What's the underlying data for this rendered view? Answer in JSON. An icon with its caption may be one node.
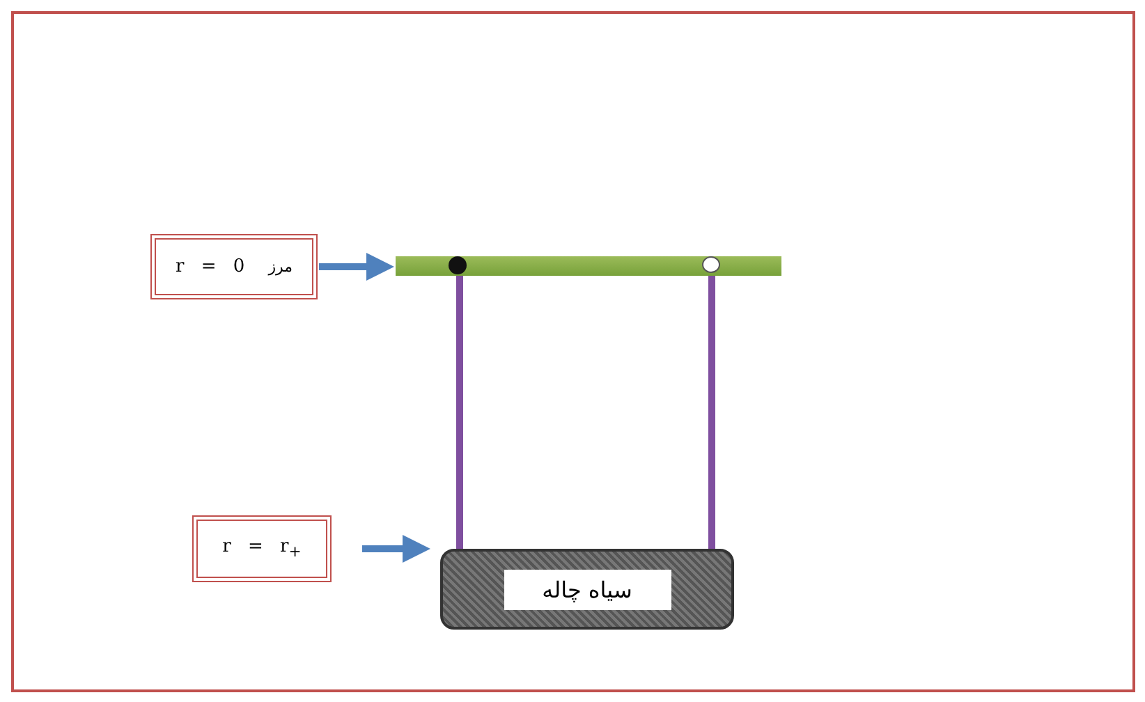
{
  "diagram": {
    "nodes": [
      {
        "text": [
          "مرز",
          "r = 0"
        ]
      },
      {
        "text": [],
        "shape": "bar"
      },
      {
        "text": [
          "r = r$_{+}$"
        ]
      },
      {
        "text": [
          "سیاه چاله"
        ]
      }
    ],
    "edges": [
      {
        "from": 0,
        "to": 1,
        "arrow": "to"
      },
      {
        "from": 2,
        "to": 3,
        "arrow": "to"
      },
      {
        "from": 1,
        "to": 3,
        "arrow": "none",
        "color": "#7f4f9f"
      },
      {
        "from": 1,
        "to": 3,
        "arrow": "none",
        "color": "#7f4f9f"
      }
    ]
  }
}
